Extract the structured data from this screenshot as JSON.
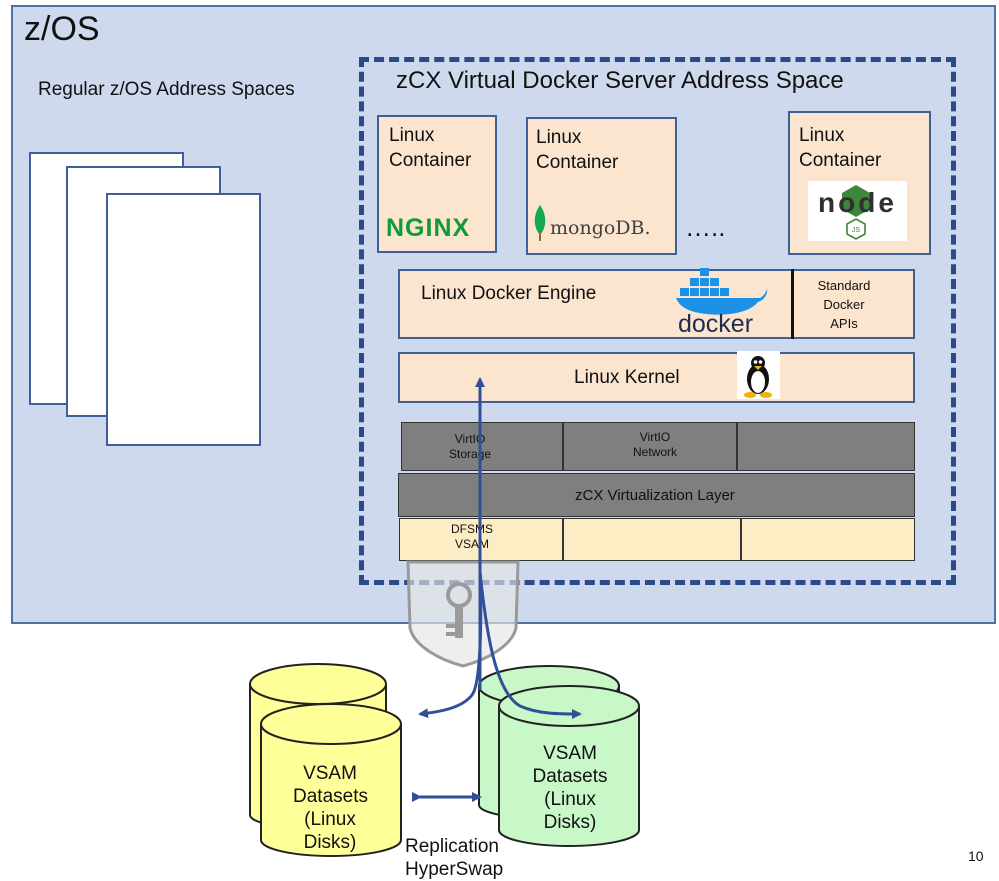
{
  "zos": {
    "title": "z/OS",
    "regular_label": "Regular z/OS Address Spaces"
  },
  "zcx": {
    "title": "zCX Virtual Docker Server Address Space",
    "containers": [
      {
        "label": "Linux Container",
        "logo": "NGINX"
      },
      {
        "label": "Linux Container",
        "logo": "mongoDB."
      },
      {
        "label": "Linux Container",
        "logo": "node"
      }
    ],
    "ellipsis": "…..",
    "docker_engine": "Linux Docker Engine",
    "docker_logo": "docker",
    "standard_apis": "Standard Docker APIs",
    "kernel": "Linux Kernel",
    "virtio_storage": "VirtIO Storage",
    "virtio_network": "VirtIO Network",
    "virt_layer": "zCX Virtualization Layer",
    "dfsms": "DFSMS VSAM"
  },
  "datasets": {
    "left_label": "VSAM Datasets (Linux Disks)",
    "right_label": "VSAM Datasets (Linux Disks)",
    "replication": "Replication",
    "hyperswap": "HyperSwap"
  },
  "slide_number": "10"
}
